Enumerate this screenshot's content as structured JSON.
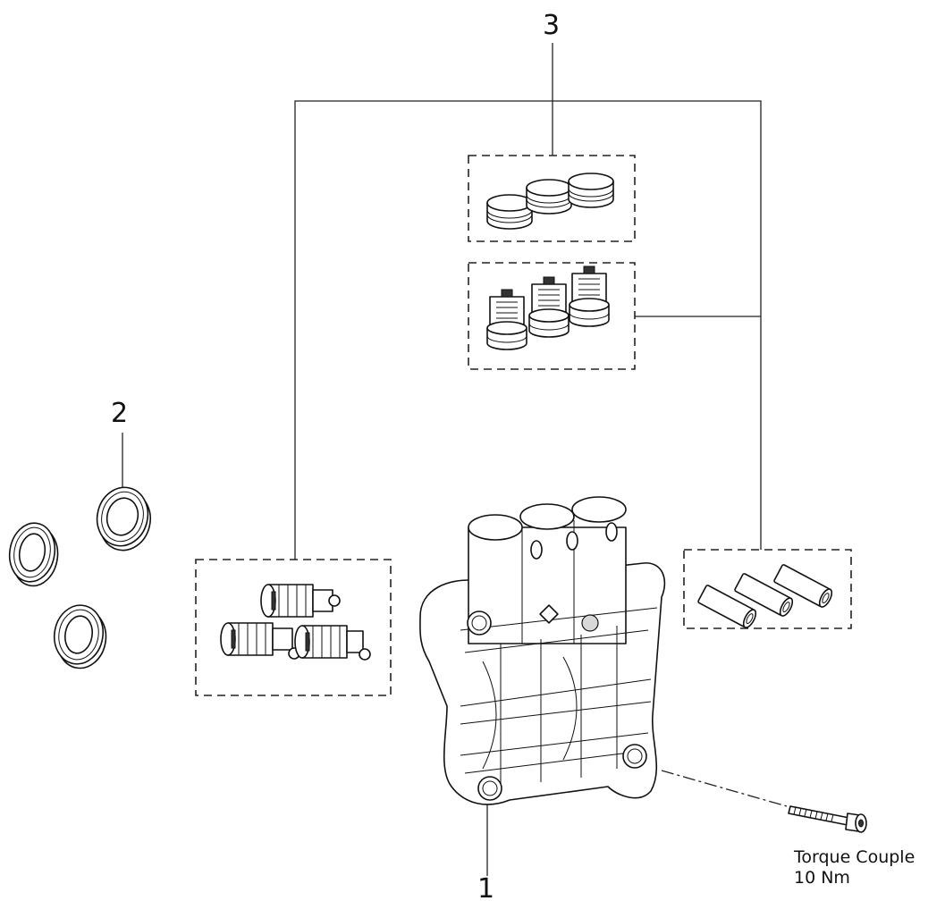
{
  "callouts": {
    "item_1": "1",
    "item_2": "2",
    "item_3": "3"
  },
  "torque_note": {
    "line1": "Torque Couple",
    "line2": "10 Nm"
  }
}
